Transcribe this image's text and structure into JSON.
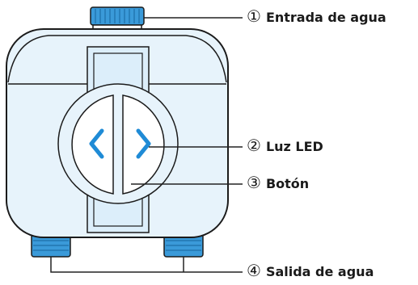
{
  "diagram": {
    "labels": [
      {
        "number": "①",
        "text": "Entrada de agua"
      },
      {
        "number": "②",
        "text": "Luz LED"
      },
      {
        "number": "③",
        "text": "Botón"
      },
      {
        "number": "④",
        "text": "Salida de agua"
      }
    ],
    "colors": {
      "outline": "#1b1b1b",
      "body": "#e7f3fb",
      "connector": "#3a9ad9",
      "led_icon": "#1f8bd6",
      "leader_line": "#222222"
    },
    "icons": [
      "left-chevron-icon",
      "right-chevron-icon"
    ]
  }
}
